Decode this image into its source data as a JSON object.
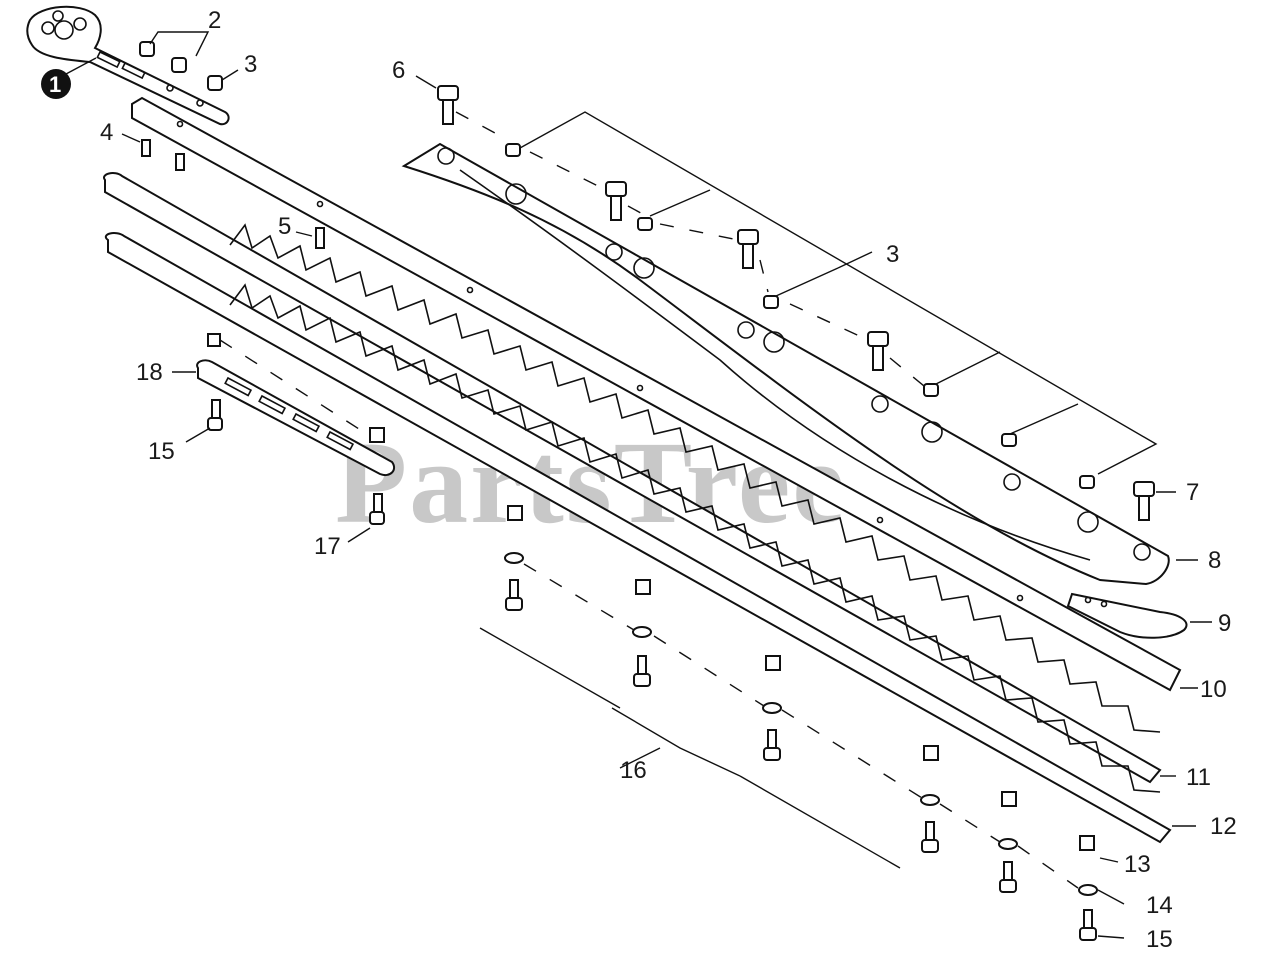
{
  "watermark": "PartsTree",
  "colors": {
    "ink": "#111111",
    "watermark": "#9a9a9a",
    "background": "#ffffff"
  },
  "callouts": [
    {
      "id": "c1",
      "label": "1"
    },
    {
      "id": "c2",
      "label": "2"
    },
    {
      "id": "c3a",
      "label": "3"
    },
    {
      "id": "c3b",
      "label": "3"
    },
    {
      "id": "c4",
      "label": "4"
    },
    {
      "id": "c5",
      "label": "5"
    },
    {
      "id": "c6",
      "label": "6"
    },
    {
      "id": "c7",
      "label": "7"
    },
    {
      "id": "c8",
      "label": "8"
    },
    {
      "id": "c9",
      "label": "9"
    },
    {
      "id": "c10",
      "label": "10"
    },
    {
      "id": "c11",
      "label": "11"
    },
    {
      "id": "c12",
      "label": "12"
    },
    {
      "id": "c13",
      "label": "13"
    },
    {
      "id": "c14",
      "label": "14"
    },
    {
      "id": "c15a",
      "label": "15"
    },
    {
      "id": "c15b",
      "label": "15"
    },
    {
      "id": "c16",
      "label": "16"
    },
    {
      "id": "c17",
      "label": "17"
    },
    {
      "id": "c18",
      "label": "18"
    }
  ]
}
